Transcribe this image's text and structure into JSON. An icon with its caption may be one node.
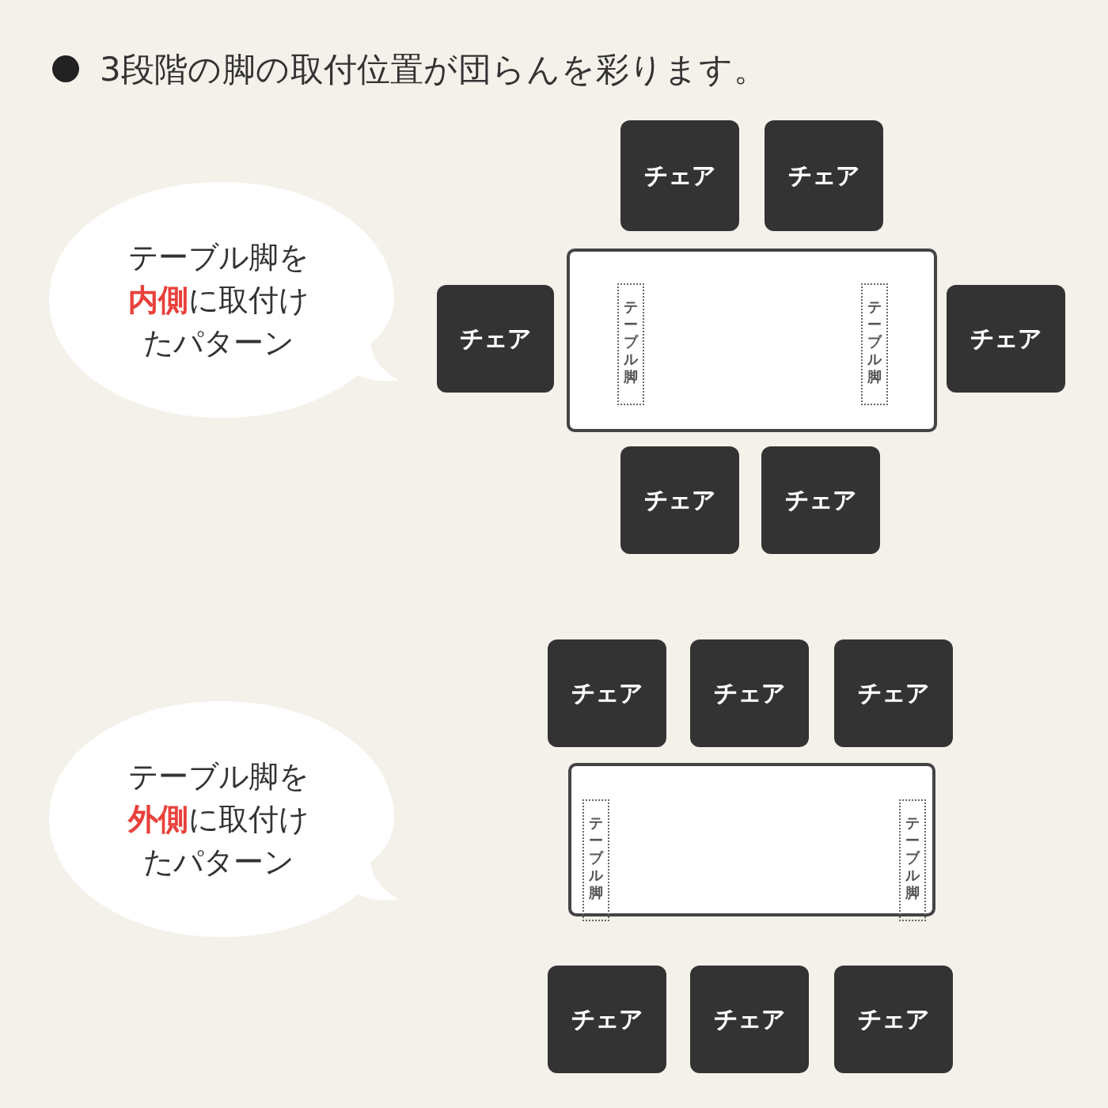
{
  "diagram": {
    "title": "3段階の脚の取付位置が団らんを彩ります。",
    "nodes": [
      {
        "text": [
          "テーブル脚を**内側**に取付けたパターン"
        ]
      },
      {
        "text": [
          "チェア"
        ]
      },
      {
        "text": [
          "チェア"
        ]
      },
      {
        "text": [
          "チェア"
        ]
      },
      {
        "text": [],
        "shape": "box"
      },
      {
        "text": [
          "テーブル脚"
        ],
        "in": 4
      },
      {
        "text": [
          "テーブル脚"
        ],
        "in": 4
      },
      {
        "text": [
          "チェア"
        ]
      },
      {
        "text": [
          "チェア"
        ]
      },
      {
        "text": [
          "チェア"
        ]
      },
      {
        "text": [
          "テーブル脚を**外側**に取付けたパターン"
        ]
      },
      {
        "text": [
          "チェア"
        ]
      },
      {
        "text": [
          "チェア"
        ]
      },
      {
        "text": [
          "チェア"
        ]
      },
      {
        "text": [],
        "shape": "box"
      },
      {
        "text": [
          "テーブル脚"
        ],
        "in": 14
      },
      {
        "text": [
          "テーブル脚"
        ],
        "in": 14
      },
      {
        "text": [
          "チェア"
        ]
      },
      {
        "text": [
          "チェア"
        ]
      },
      {
        "text": [
          "チェア"
        ]
      }
    ],
    "edges": []
  }
}
